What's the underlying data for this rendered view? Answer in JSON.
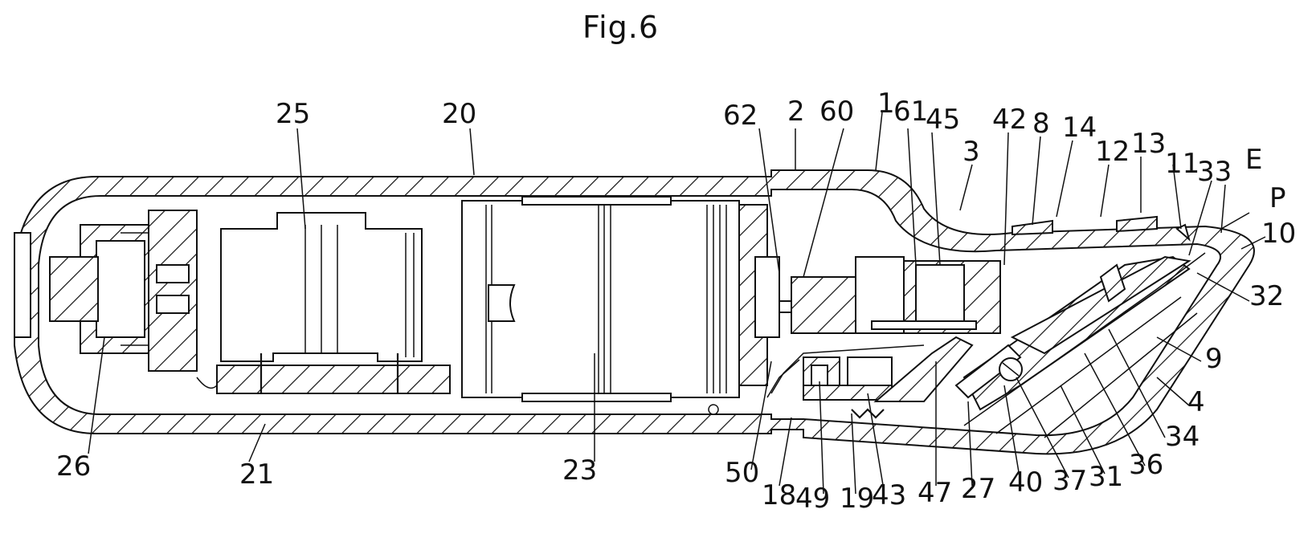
{
  "figure": {
    "title": "Fig.6",
    "labels": {
      "n25": "25",
      "n20": "20",
      "n62": "62",
      "n2": "2",
      "n60": "60",
      "n1": "1",
      "n61": "61",
      "n45": "45",
      "n42": "42",
      "n3": "3",
      "n8": "8",
      "n14": "14",
      "n12": "12",
      "n13": "13",
      "n11": "11",
      "n33": "33",
      "nE": "E",
      "nP": "P",
      "n10": "10",
      "n32": "32",
      "n9": "9",
      "n4": "4",
      "n34": "34",
      "n36": "36",
      "n31": "31",
      "n37": "37",
      "n40": "40",
      "n27": "27",
      "n47": "47",
      "n43": "43",
      "n19": "19",
      "n49": "49",
      "n18": "18",
      "n50": "50",
      "n23": "23",
      "n21": "21",
      "n26": "26"
    }
  }
}
